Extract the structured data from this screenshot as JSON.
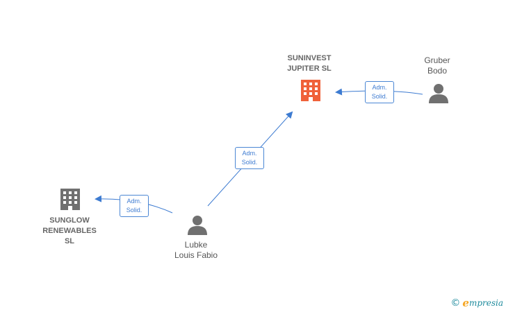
{
  "colors": {
    "edge": "#3d7bd1",
    "company_highlight": "#f0623a",
    "company": "#707070",
    "person": "#707070"
  },
  "nodes": {
    "suninvest": {
      "line1": "SUNINVEST",
      "line2": "JUPITER  SL",
      "icon": "building-icon"
    },
    "sunglow": {
      "line1": "SUNGLOW",
      "line2": "RENEWABLES",
      "line3": "SL",
      "icon": "building-icon"
    },
    "gruber": {
      "line1": "Gruber",
      "line2": "Bodo",
      "icon": "person-icon"
    },
    "lubke": {
      "line1": "Lubke",
      "line2": "Louis Fabio",
      "icon": "person-icon"
    }
  },
  "edges": [
    {
      "from": "gruber",
      "to": "suninvest",
      "label1": "Adm.",
      "label2": "Solid."
    },
    {
      "from": "lubke",
      "to": "suninvest",
      "label1": "Adm.",
      "label2": "Solid."
    },
    {
      "from": "lubke",
      "to": "sunglow",
      "label1": "Adm.",
      "label2": "Solid."
    }
  ],
  "watermark": {
    "copyright": "©",
    "brand_initial": "e",
    "brand_rest": "mpresia"
  }
}
